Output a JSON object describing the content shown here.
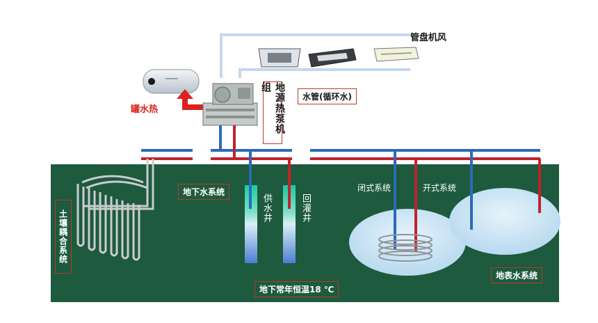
{
  "labels": {
    "fan_coil": "管盘机风",
    "water_pipe": "水管(循环水)",
    "heat_pump": "地源热泵机组",
    "hot_water_tank": "罐水热",
    "groundwater_system": "地下水系统",
    "supply_well": "供水井",
    "recharge_well": "回灌井",
    "closed_system": "闭式系统",
    "open_system": "开式系统",
    "soil_system": "土壤耦合系统",
    "surface_water_system": "地表水系统",
    "ground_temp": "地下常年恒温18 ℃"
  },
  "colors": {
    "ground": "#1d5a3e",
    "hot_pipe": "#c0232c",
    "cold_pipe": "#2a6bb8",
    "duct": "#c4d8ec",
    "lake": "#cfe6f4",
    "label_border": "#b83a2a",
    "arrow": "#d9241e"
  },
  "icons": [
    "cassette-ac-icon",
    "duct-unit-icon",
    "wall-unit-icon",
    "water-heater-tank-icon",
    "heat-pump-unit-icon"
  ]
}
